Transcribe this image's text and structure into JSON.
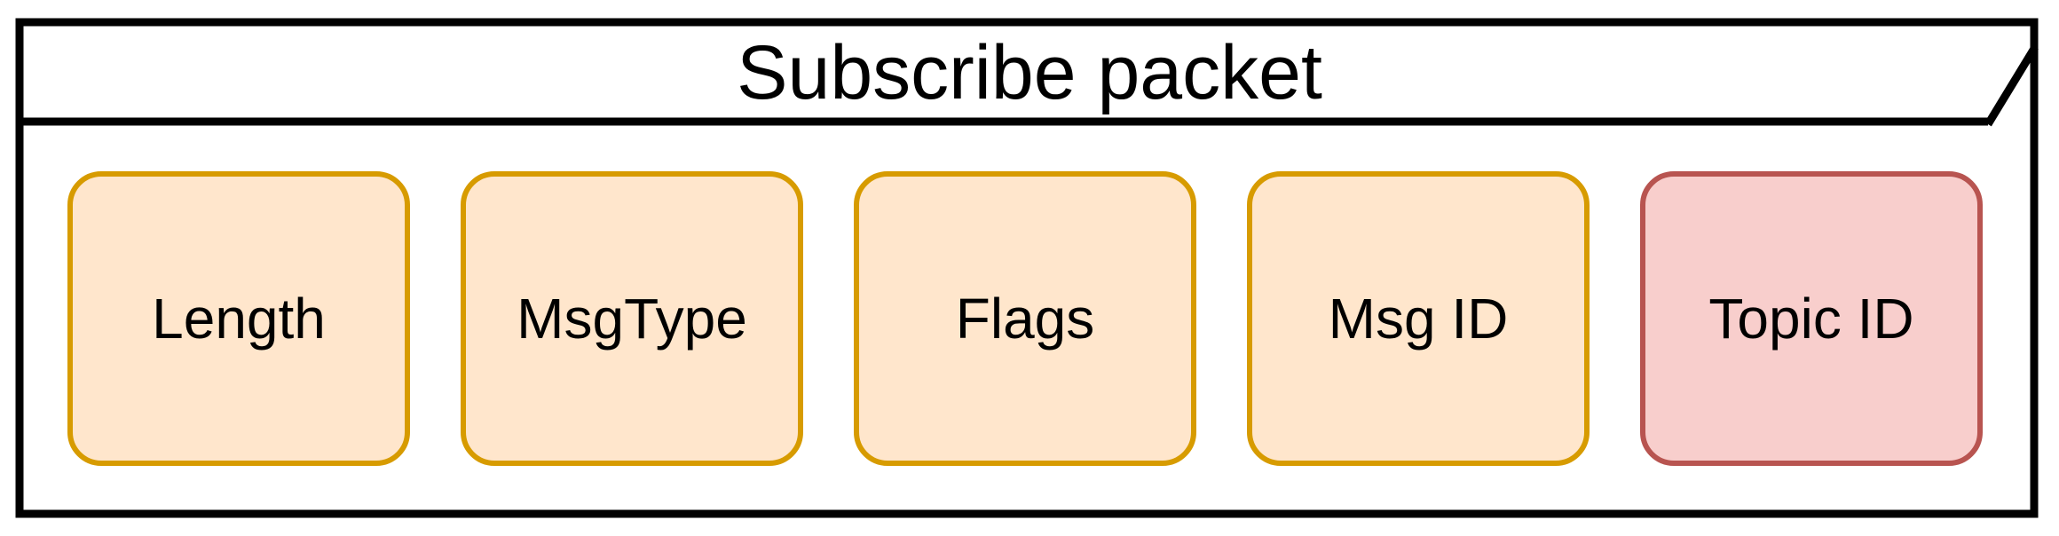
{
  "diagram": {
    "title": "Subscribe packet",
    "frame_color": "#000000",
    "background_color": "#ffffff",
    "text_color": "#000000"
  },
  "fields": [
    {
      "label": "Length",
      "fill": "#FFE6CC",
      "stroke": "#D79B00"
    },
    {
      "label": "MsgType",
      "fill": "#FFE6CC",
      "stroke": "#D79B00"
    },
    {
      "label": "Flags",
      "fill": "#FFE6CC",
      "stroke": "#D79B00"
    },
    {
      "label": "Msg ID",
      "fill": "#FFE6CC",
      "stroke": "#D79B00"
    },
    {
      "label": "Topic ID",
      "fill": "#F8CECC",
      "stroke": "#B85450"
    }
  ]
}
